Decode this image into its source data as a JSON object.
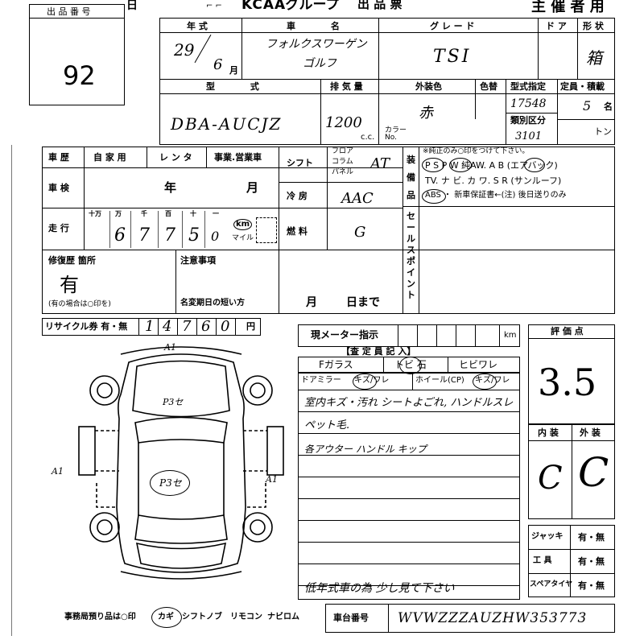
{
  "header": {
    "lot_label": "出 品 番 号",
    "lot_number": "92",
    "day_suffix": "日",
    "logo": "KCAA",
    "group": ".グループ",
    "sheet_title": "出 品 票",
    "organizer_copy": "主 催 者 用"
  },
  "vehicle": {
    "year_label": "年 式",
    "year_value": "29",
    "month_value": "6",
    "month_unit": "月",
    "name_label": "車 名",
    "name_line1": "フォルクスワーゲン",
    "name_line2": "ゴルフ",
    "grade_label": "グ レ ー ド",
    "grade_value": "TSI",
    "door_label": "ド ア",
    "shape_label": "形 状",
    "shape_value": "箱",
    "model_label": "型 式",
    "model_value": "DBA-AUCJZ",
    "displacement_label": "排 気 量",
    "displacement_value": "1200",
    "displacement_unit": "c.c.",
    "exterior_label": "外装色",
    "exterior_value": "赤",
    "color_no_label": "色替",
    "color_no_prefix": "カラー No.",
    "type_designation_label": "型式指定",
    "type_designation_value": "17548",
    "category_label": "類別区分",
    "category_value": "3101",
    "capacity_label": "定員・積載",
    "capacity_value": "5",
    "capacity_unit": "名",
    "load_unit": "トン"
  },
  "history": {
    "history_label": "車 歴",
    "private_label": "自 家 用",
    "rental_label": "レ ン タ",
    "business_label": "事業.営業車",
    "inspection_label": "車 検",
    "inspection_year": "年",
    "inspection_month": "月",
    "mileage_label": "走 行",
    "mileage_units": [
      "十万",
      "万",
      "千",
      "百",
      "十",
      "一"
    ],
    "mileage_digits": [
      "",
      "6",
      "7",
      "7",
      "5",
      "0"
    ],
    "km_label": "km",
    "mile_label": "マイル",
    "shift_label": "シフト",
    "shift_options": [
      "フロア",
      "コラム",
      "パネル"
    ],
    "shift_value": "AT",
    "ac_label": "冷 房",
    "ac_value": "AAC",
    "fuel_label": "燃 料",
    "fuel_value": "G"
  },
  "equipment": {
    "side_label": "装 備 品",
    "note": "※純正のみ○印をつけて下さい。",
    "line1": "P S  P W  純AW. A B (エアバック)",
    "line2": "TV. ナ ビ. カ ワ. S R (サンルーフ)",
    "line3": "ABS ・ 新車保証書←(注) 後日送りのみ",
    "sales_point_label": "セールスポイント"
  },
  "repair": {
    "label": "修復歴 箇所",
    "value": "有",
    "note": "(有の場合は○印を)",
    "caution_label": "注意事項",
    "short_term_label": "名変期日の短い方",
    "month": "月",
    "day": "日まで"
  },
  "recycle": {
    "label": "リサイクル券 有・無",
    "digits": [
      "1",
      "4",
      "7",
      "6",
      "0"
    ],
    "unit": "円"
  },
  "meter": {
    "label": "現メーター指示",
    "unit": "km",
    "inspector_header": "【査 定 員 記 入】",
    "glass_items": [
      "Fガラス",
      "トビ 石",
      "ヒビワレ"
    ],
    "mirror_items": [
      "ドアミラー",
      "キズ/ワレ",
      "ホイール(CP)",
      "キズ/ワレ"
    ],
    "notes": [
      "室内キズ・汚れ シートよごれ, ハンドルスレ",
      "ペット毛.",
      "各アウター ハンドル キップ"
    ],
    "footer_note": "低年式車の為 少し見て下さい"
  },
  "diagram": {
    "marks": [
      "A1",
      "A1",
      "A1",
      "P3セ",
      "P3セ"
    ]
  },
  "grade": {
    "label": "評 価 点",
    "score": "3.5",
    "interior_label": "内 装",
    "exterior_label": "外 装",
    "interior_value": "C",
    "exterior_value": "C"
  },
  "accessories": [
    {
      "label": "ジャッキ",
      "value": "有・無"
    },
    {
      "label": "工 具",
      "value": "有・無"
    },
    {
      "label": "スペアタイヤ",
      "value": "有・無"
    }
  ],
  "footer": {
    "office_note": "事務局預り品は○印",
    "items": [
      "カギ",
      "シフトノブ",
      "リモコン",
      "ナビロム"
    ],
    "chassis_label": "車台番号",
    "chassis_value": "WVWZZZAUZHW353773"
  }
}
